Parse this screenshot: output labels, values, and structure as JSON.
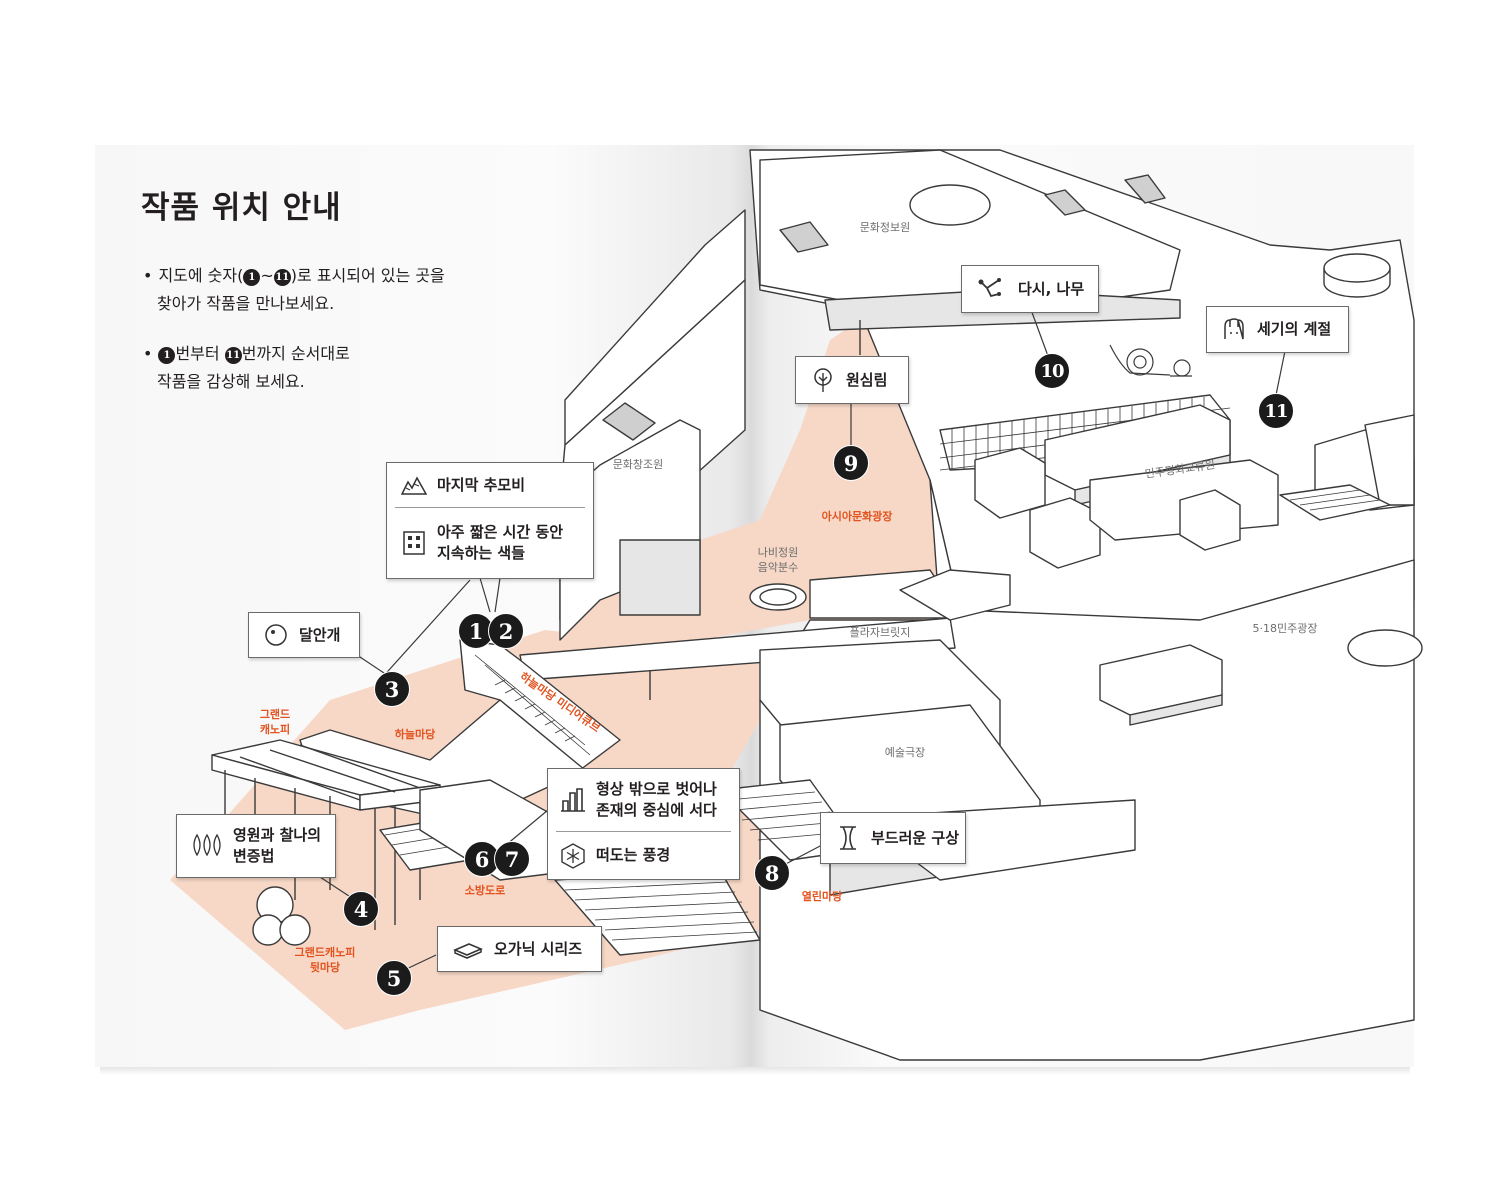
{
  "guide": {
    "title": "작품 위치 안내",
    "bullet1": {
      "pre": "지도에 숫자(",
      "n1": "1",
      "tilde": "~",
      "n2": "11",
      "post": ")로 표시되어 있는 곳을",
      "line2": "찾아가 작품을 만나보세요."
    },
    "bullet2": {
      "n1": "1",
      "mid": "번부터 ",
      "n2": "11",
      "post": "번까지 순서대로",
      "line2": "작품을 감상해 보세요."
    }
  },
  "callouts": [
    {
      "id": "c12",
      "items": [
        "마지막 추모비",
        "아주 짧은 시간 동안\n지속하는 색들"
      ],
      "icons": [
        "mountain-icon",
        "window-grid-icon"
      ]
    },
    {
      "id": "c3",
      "label": "달안개",
      "icon": "moon-circle-icon"
    },
    {
      "id": "c4",
      "label": "영원과 찰나의\n변증법",
      "icon": "leaf-pods-icon"
    },
    {
      "id": "c5",
      "label": "오가닉 시리즈",
      "icon": "tile-slab-icon"
    },
    {
      "id": "c67",
      "items": [
        "형상 밖으로 벗어나\n존재의 중심에 서다",
        "떠도는 풍경"
      ],
      "icons": [
        "tower-bars-icon",
        "snowflake-hexagon-icon"
      ]
    },
    {
      "id": "c8",
      "label": "부드러운 구상",
      "icon": "hourglass-column-icon"
    },
    {
      "id": "c9",
      "label": "원심림",
      "icon": "tree-circle-icon"
    },
    {
      "id": "c10",
      "label": "다시, 나무",
      "icon": "branch-sculpture-icon"
    },
    {
      "id": "c11",
      "label": "세기의 계절",
      "icon": "ghost-figure-icon"
    }
  ],
  "markers": [
    "1",
    "2",
    "3",
    "4",
    "5",
    "6",
    "7",
    "8",
    "9",
    "10",
    "11"
  ],
  "places": {
    "grand_canopy": "그랜드\n캐노피",
    "sky_madang": "하늘마당",
    "sky_media_cube": "하늘마당 미디어큐브",
    "grand_canopy_back": "그랜드캐노피\n뒷마당",
    "fire_road": "소방도로",
    "open_madang": "열린마당",
    "asia_plaza": "아시아문화광장",
    "culture_info": "문화정보원",
    "culture_creation": "문화창조원",
    "butterfly_fountain": "나비정원\n음악분수",
    "plaza_bridge": "플라자브릿지",
    "democracy_exchange": "민주평화교류원",
    "art_theater": "예술극장",
    "square_518": "5·18민주광장"
  },
  "colors": {
    "zone_fill": "#f7d8c7",
    "accent": "#e2531f",
    "marker": "#1b1b1b",
    "line": "#3a3a3a"
  }
}
